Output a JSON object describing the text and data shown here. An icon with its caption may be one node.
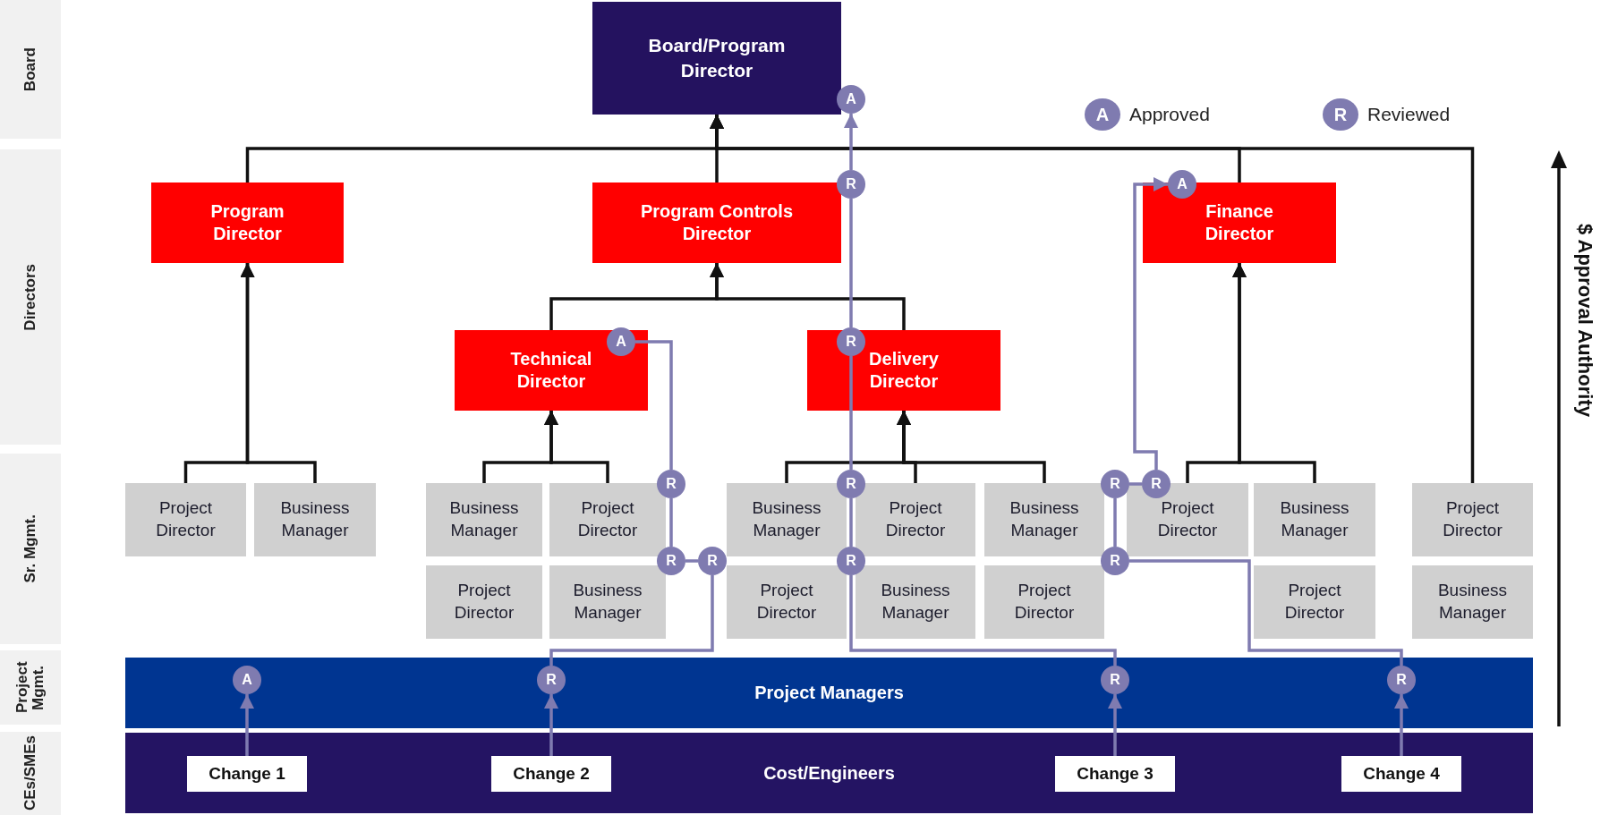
{
  "diagram": {
    "nodes": [
      {
        "text": [
          "Board"
        ]
      },
      {
        "text": [
          "Directors"
        ]
      },
      {
        "text": [
          "Sr. Mgmt."
        ]
      },
      {
        "text": [
          "Project Mgmt."
        ]
      },
      {
        "text": [
          "CEs/SMEs"
        ]
      },
      {
        "text": [
          "Board/Program Director"
        ]
      },
      {
        "text": [
          "Program Director"
        ]
      },
      {
        "text": [
          "Program Controls Director"
        ]
      },
      {
        "text": [
          "Finance Director"
        ]
      },
      {
        "text": [
          "Technical Director"
        ]
      },
      {
        "text": [
          "Delivery Director"
        ]
      },
      {
        "text": [
          "Project Director"
        ]
      },
      {
        "text": [
          "Business Manager"
        ]
      },
      {
        "text": [
          "Business Manager"
        ]
      },
      {
        "text": [
          "Project Director"
        ]
      },
      {
        "text": [
          "Business Manager"
        ]
      },
      {
        "text": [
          "Project Director"
        ]
      },
      {
        "text": [
          "Business Manager"
        ]
      },
      {
        "text": [
          "Project Director"
        ]
      },
      {
        "text": [
          "Business Manager"
        ]
      },
      {
        "text": [
          "Project Director"
        ]
      },
      {
        "text": [
          "Project Director"
        ]
      },
      {
        "text": [
          "Business Manager"
        ]
      },
      {
        "text": [
          "Project Director"
        ]
      },
      {
        "text": [
          "Business Manager"
        ]
      },
      {
        "text": [
          "Project Director"
        ]
      },
      {
        "text": [
          "Project Director"
        ]
      },
      {
        "text": [
          "Business Manager"
        ]
      },
      {
        "text": [
          "Project Managers"
        ]
      },
      {
        "text": [
          "Cost/Engineers"
        ]
      },
      {
        "text": [
          "Change 1"
        ],
        "in": 29
      },
      {
        "text": [
          "Change 2"
        ],
        "in": 29
      },
      {
        "text": [
          "Change 3"
        ],
        "in": 29
      },
      {
        "text": [
          "Change 4"
        ],
        "in": 29
      },
      {
        "text": [
          "A"
        ]
      },
      {
        "text": [
          "R"
        ]
      },
      {
        "text": [
          "A"
        ]
      },
      {
        "text": [
          "A"
        ],
        "in": 9
      },
      {
        "text": [
          "R"
        ],
        "in": 10
      },
      {
        "text": [
          "R"
        ]
      },
      {
        "text": [
          "R"
        ]
      },
      {
        "text": [
          "R"
        ]
      },
      {
        "text": [
          "R"
        ]
      },
      {
        "text": [
          "R"
        ]
      },
      {
        "text": [
          "R"
        ]
      },
      {
        "text": [
          "R"
        ]
      },
      {
        "text": [
          "R"
        ]
      },
      {
        "text": [
          "A"
        ],
        "in": 28
      },
      {
        "text": [
          "R"
        ],
        "in": 28
      },
      {
        "text": [
          "R"
        ],
        "in": 28
      },
      {
        "text": [
          "R"
        ],
        "in": 28
      }
    ],
    "edges": [
      {
        "from": 11,
        "to": 6,
        "arrow": "to",
        "color": "#111111"
      },
      {
        "from": 12,
        "to": 6,
        "arrow": "to",
        "color": "#111111"
      },
      {
        "from": 13,
        "to": 9,
        "arrow": "to",
        "color": "#111111"
      },
      {
        "from": 14,
        "to": 9,
        "arrow": "to",
        "color": "#111111"
      },
      {
        "from": 15,
        "to": 10,
        "arrow": "to",
        "color": "#111111"
      },
      {
        "from": 16,
        "to": 10,
        "arrow": "to",
        "color": "#111111"
      },
      {
        "from": 17,
        "to": 10,
        "arrow": "to",
        "color": "#111111"
      },
      {
        "from": 18,
        "to": 8,
        "arrow": "to",
        "color": "#111111"
      },
      {
        "from": 19,
        "to": 8,
        "arrow": "to",
        "color": "#111111"
      },
      {
        "from": 9,
        "to": 7,
        "arrow": "to",
        "color": "#111111"
      },
      {
        "from": 10,
        "to": 7,
        "arrow": "to",
        "color": "#111111"
      },
      {
        "from": 6,
        "to": 5,
        "arrow": "to",
        "color": "#111111"
      },
      {
        "from": 7,
        "to": 5,
        "arrow": "to",
        "color": "#111111"
      },
      {
        "from": 8,
        "to": 5,
        "arrow": "to",
        "color": "#111111"
      },
      {
        "from": 20,
        "to": 5,
        "arrow": "to",
        "color": "#111111"
      },
      {
        "from": 30,
        "to": 47,
        "arrow": "to",
        "color": "#7f7bb0"
      },
      {
        "from": 31,
        "to": 48,
        "arrow": "to",
        "color": "#7f7bb0"
      },
      {
        "from": 48,
        "to": 44,
        "arrow": "none",
        "color": "#7f7bb0"
      },
      {
        "from": 44,
        "to": 43,
        "arrow": "none",
        "color": "#7f7bb0"
      },
      {
        "from": 43,
        "to": 39,
        "arrow": "none",
        "color": "#7f7bb0"
      },
      {
        "from": 39,
        "to": 37,
        "arrow": "none",
        "color": "#7f7bb0"
      },
      {
        "from": 32,
        "to": 49,
        "arrow": "to",
        "color": "#7f7bb0"
      },
      {
        "from": 49,
        "to": 45,
        "arrow": "none",
        "color": "#7f7bb0"
      },
      {
        "from": 45,
        "to": 40,
        "arrow": "none",
        "color": "#7f7bb0"
      },
      {
        "from": 40,
        "to": 38,
        "arrow": "none",
        "color": "#7f7bb0"
      },
      {
        "from": 38,
        "to": 35,
        "arrow": "none",
        "color": "#7f7bb0"
      },
      {
        "from": 35,
        "to": 34,
        "arrow": "to",
        "color": "#7f7bb0"
      },
      {
        "from": 33,
        "to": 50,
        "arrow": "to",
        "color": "#7f7bb0"
      },
      {
        "from": 50,
        "to": 46,
        "arrow": "none",
        "color": "#7f7bb0"
      },
      {
        "from": 46,
        "to": 41,
        "arrow": "none",
        "color": "#7f7bb0"
      },
      {
        "from": 41,
        "to": 42,
        "arrow": "none",
        "color": "#7f7bb0"
      },
      {
        "from": 42,
        "to": 36,
        "arrow": "to",
        "color": "#7f7bb0"
      }
    ],
    "labels": [
      "A",
      "R",
      "$ Approval Authority"
    ],
    "legend": [
      {
        "text": "Approved",
        "color": "#7f7bb0"
      },
      {
        "text": "Reviewed",
        "color": "#7f7bb0"
      }
    ]
  }
}
